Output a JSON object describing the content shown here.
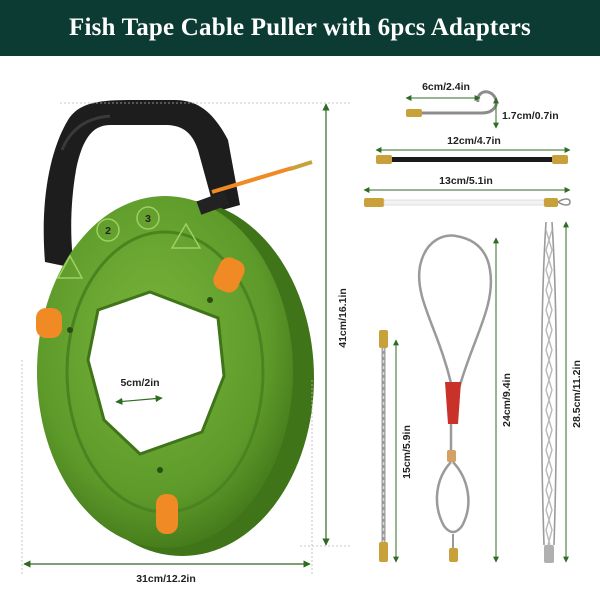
{
  "banner": {
    "title": "Fish Tape Cable Puller with 6pcs Adapters"
  },
  "colors": {
    "banner_bg": "#0c3b34",
    "reel_green": "#5e9a2a",
    "reel_dark": "#3f7418",
    "handle": "#1d1d1d",
    "orange": "#f08a24",
    "brass": "#c9a13b",
    "guide_green": "#2f6b22"
  },
  "dimensions": {
    "reel_height": "41cm/16.1in",
    "reel_width": "31cm/12.2in",
    "hole_width": "5cm/2in",
    "hook_length": "6cm/2.4in",
    "hook_height": "1.7cm/0.7in",
    "black_rod": "12cm/4.7in",
    "white_rod": "13cm/5.1in",
    "short_cable": "15cm/5.9in",
    "loop_cable": "24cm/9.4in",
    "mesh_grip": "28.5cm/11.2in"
  },
  "reel": {
    "markers": [
      "2",
      "3"
    ]
  }
}
